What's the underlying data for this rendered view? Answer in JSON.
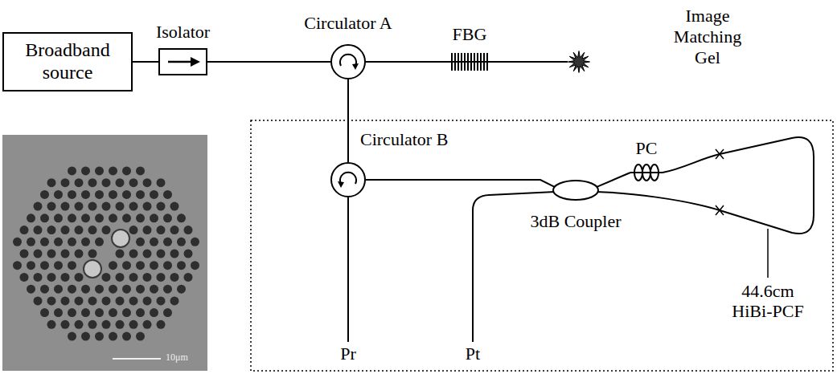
{
  "diagram": {
    "nodes": [
      {
        "text": [
          "Broadband source"
        ]
      },
      {
        "text": [
          "Isolator"
        ]
      },
      {
        "text": [
          "Circulator A"
        ]
      },
      {
        "text": [
          "FBG"
        ]
      },
      {
        "text": [
          "Image Matching Gel"
        ]
      },
      {
        "text": [
          "Circulator B"
        ]
      },
      {
        "text": [
          "3dB Coupler"
        ]
      },
      {
        "text": [
          "PC"
        ]
      }
    ],
    "edges": [
      {
        "from": 0,
        "to": 1,
        "arrow": "none"
      },
      {
        "from": 1,
        "to": 2,
        "arrow": "none"
      },
      {
        "from": 2,
        "to": 3,
        "arrow": "none"
      },
      {
        "from": 3,
        "to": 4,
        "arrow": "none"
      },
      {
        "from": 2,
        "to": 5,
        "arrow": "none"
      },
      {
        "from": 5,
        "to": 6,
        "arrow": "none"
      },
      {
        "from": 6,
        "to": 7,
        "arrow": "none"
      }
    ],
    "labels": [
      "Pr",
      "Pt",
      "44.6cm HiBi-PCF",
      "10μm"
    ]
  }
}
